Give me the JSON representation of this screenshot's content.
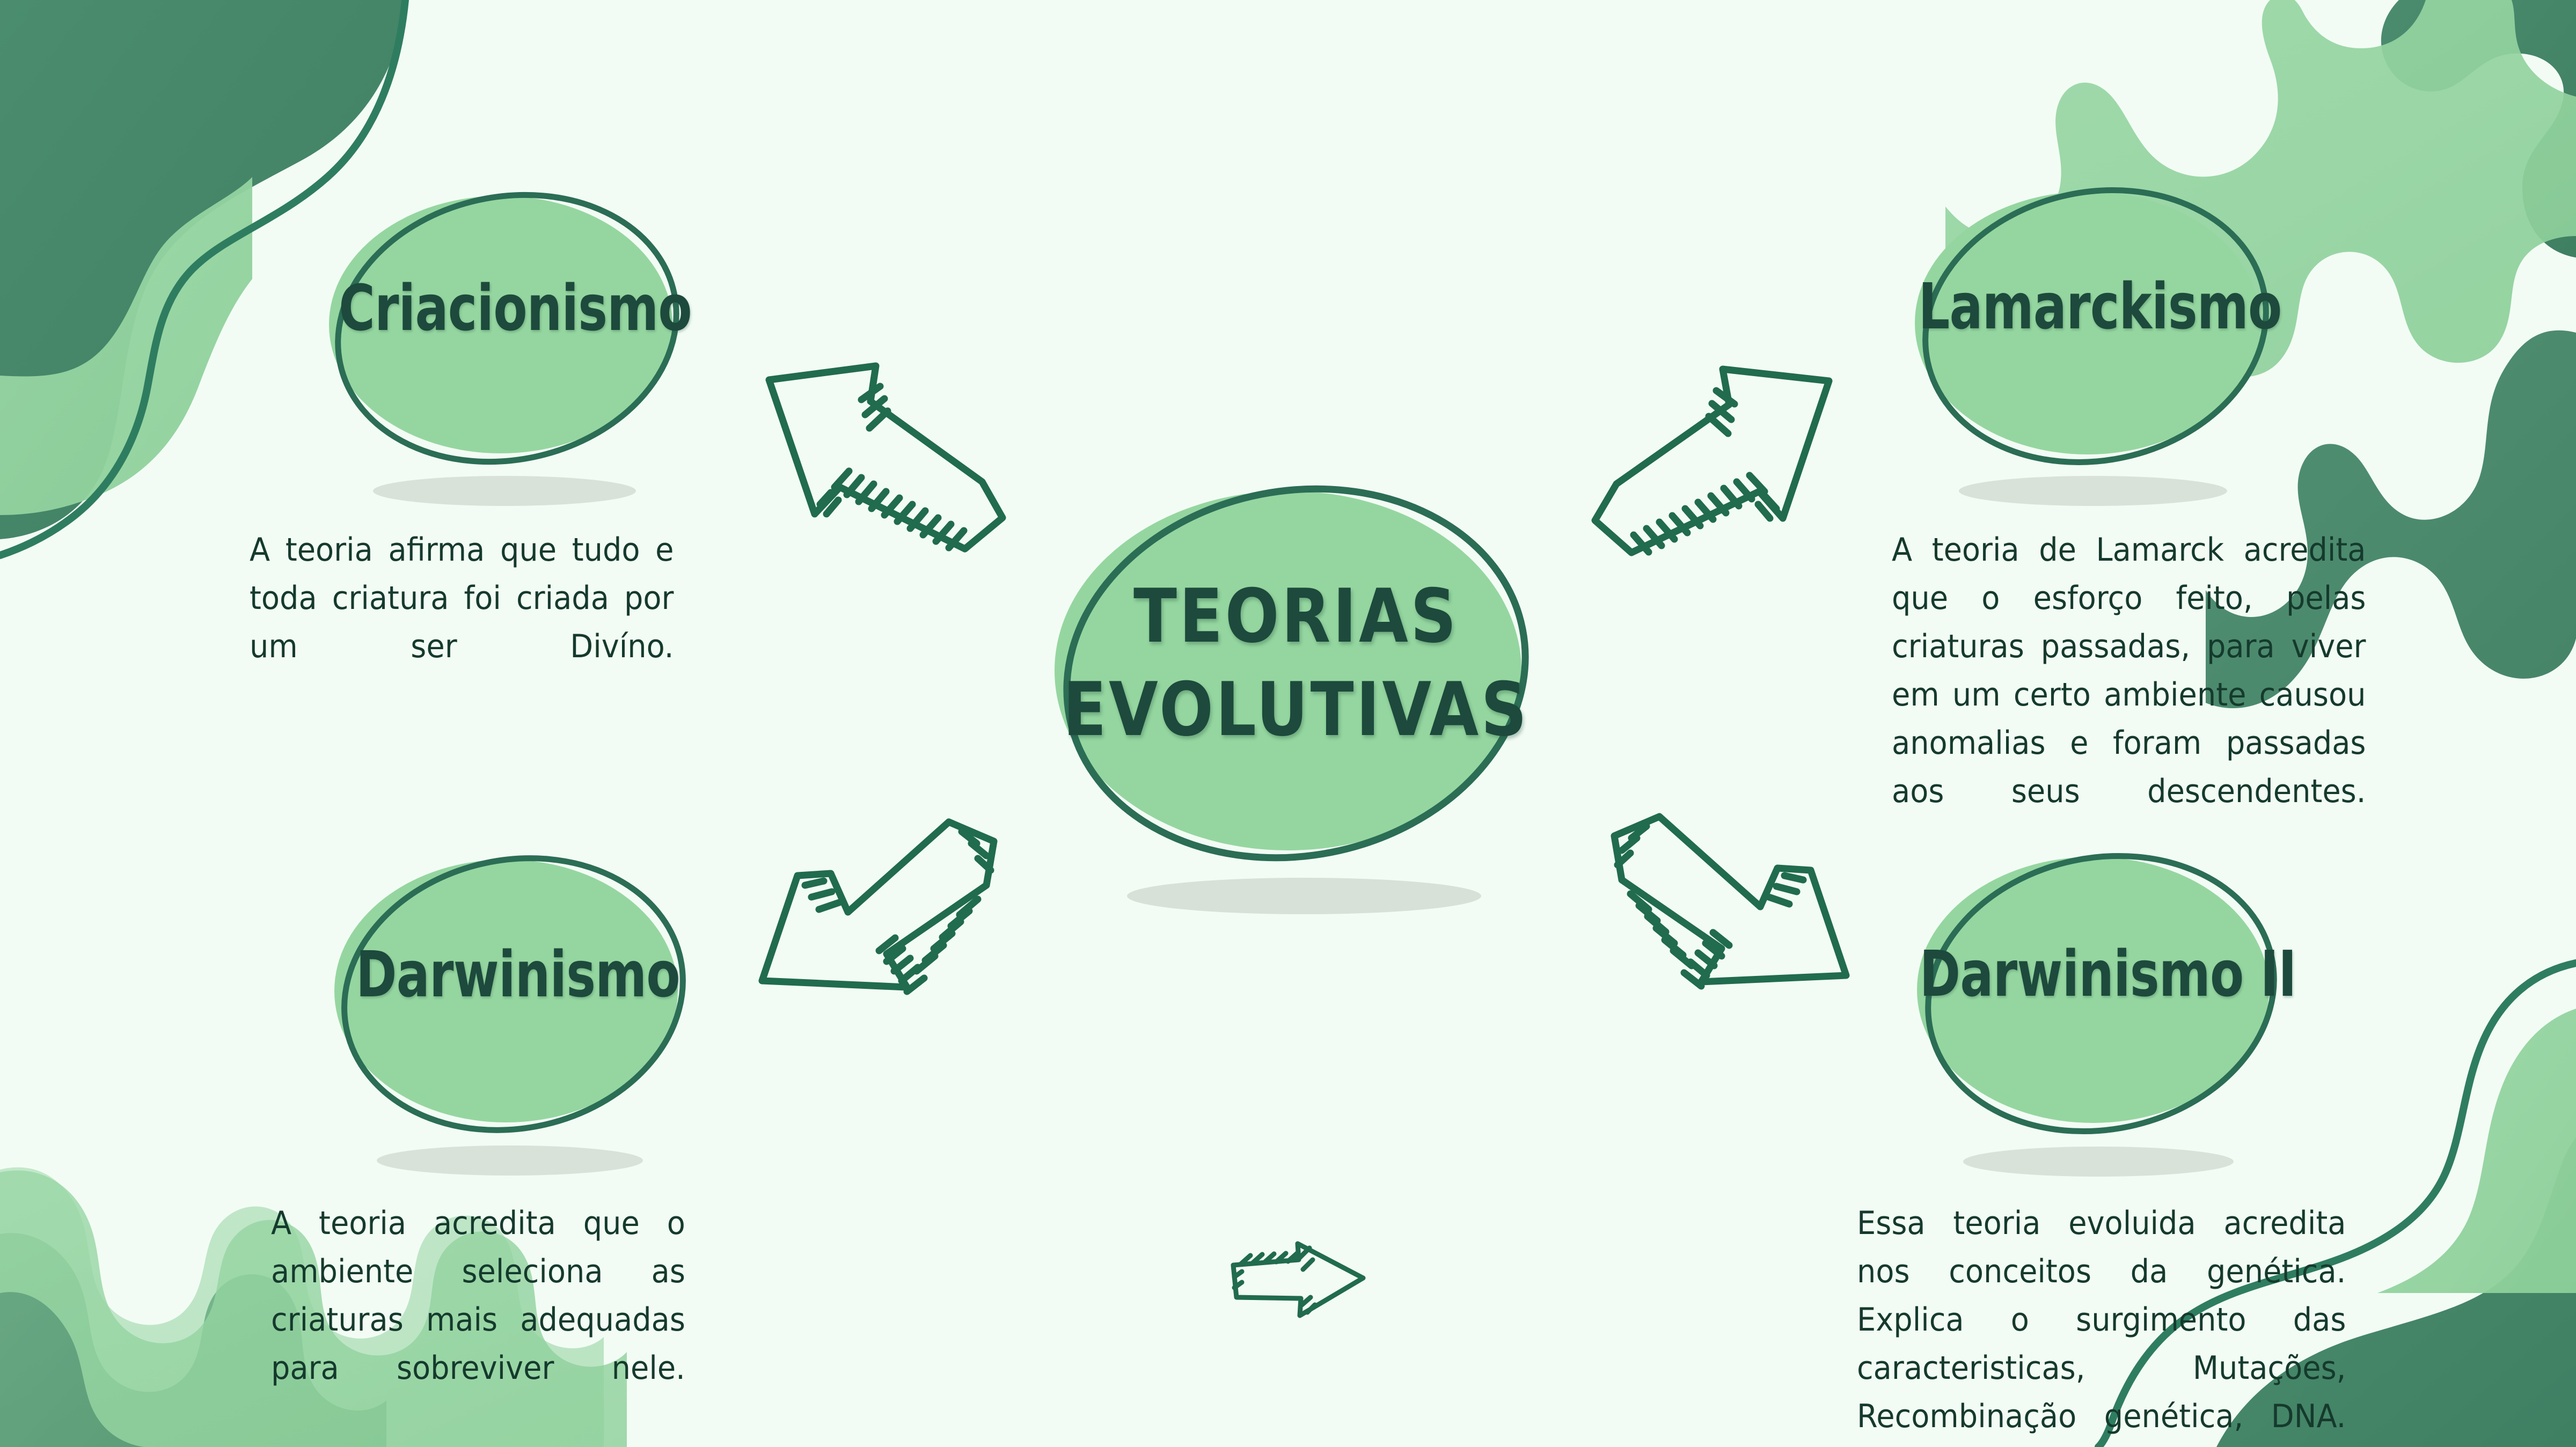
{
  "palette": {
    "background": "#f2fcf4",
    "node_fill": "#95d6a0",
    "dark_green": "#2b6d55",
    "deep_green": "#1d4a3c",
    "text_green": "#153a2d",
    "blob_light": "#8ccf99",
    "blob_dark": "#4a8a6d",
    "shadow": "#cdd7cd"
  },
  "center": {
    "name": "center-node",
    "title_line1": "TEORIAS",
    "title_line2": "EVOLUTIVAS"
  },
  "nodes": [
    {
      "id": "criacionismo",
      "title": "Criacionismo",
      "description": "A teoria afirma que tudo e toda criatura foi criada por um ser Divíno.",
      "position": "top-left"
    },
    {
      "id": "lamarckismo",
      "title": "Lamarckismo",
      "description": "A teoria de Lamarck acredita que o esforço feito, pelas criaturas passadas, para viver em um certo ambiente causou anomalias e foram passadas aos seus descendentes.",
      "position": "top-right"
    },
    {
      "id": "darwinismo",
      "title": "Darwinismo",
      "description": "A teoria acredita que o ambiente seleciona as criaturas mais adequadas para sobreviver nele.",
      "position": "bottom-left"
    },
    {
      "id": "darwinismo-ii",
      "title": "Darwinismo II",
      "description": "Essa teoria evoluida acredita nos conceitos da genética. Explica o surgimento das caracteristicas, Mutações, Recombinação genética, DNA.",
      "position": "bottom-right"
    }
  ],
  "arrows": [
    {
      "id": "arrow-to-criacionismo",
      "icon": "arrow-up-left-icon",
      "direction": "up-left"
    },
    {
      "id": "arrow-to-lamarckismo",
      "icon": "arrow-up-right-icon",
      "direction": "up-right"
    },
    {
      "id": "arrow-to-darwinismo",
      "icon": "arrow-down-left-icon",
      "direction": "down-left"
    },
    {
      "id": "arrow-to-darwinismo-ii",
      "icon": "arrow-down-right-icon",
      "direction": "down-right"
    },
    {
      "id": "arrow-decorative-bottom",
      "icon": "arrow-right-icon",
      "direction": "right"
    }
  ]
}
